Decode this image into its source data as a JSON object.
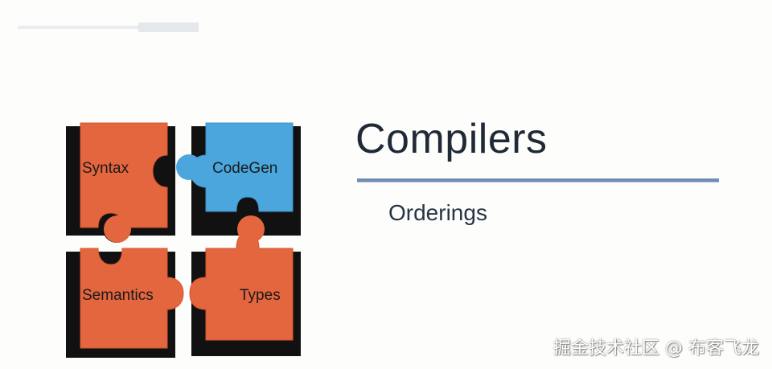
{
  "slide": {
    "title": "Compilers",
    "subtitle": "Orderings"
  },
  "puzzle": {
    "pieces": [
      {
        "label": "Syntax",
        "color": "#e3663f"
      },
      {
        "label": "CodeGen",
        "color": "#4aa6dc"
      },
      {
        "label": "Semantics",
        "color": "#e3663f"
      },
      {
        "label": "Types",
        "color": "#e3663f"
      }
    ],
    "shadow_color": "#111111"
  },
  "watermark": {
    "text": "掘金技术社区 @ 布客飞龙"
  },
  "colors": {
    "background": "#fdfdfb",
    "rule": "#6f8db3",
    "title_text": "#1f2a36"
  }
}
